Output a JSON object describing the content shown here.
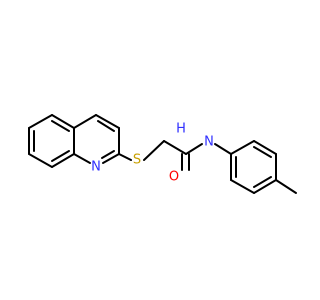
{
  "structure": {
    "atom_labels": {
      "nitrogen_ring": "N",
      "sulfur": "S",
      "oxygen": "O",
      "nitrogen_amide": "N",
      "amide_hydrogen": "H"
    },
    "colors": {
      "bond": "#000000",
      "nitrogen": "#3030ff",
      "sulfur": "#c8a000",
      "oxygen": "#ff0000"
    }
  }
}
